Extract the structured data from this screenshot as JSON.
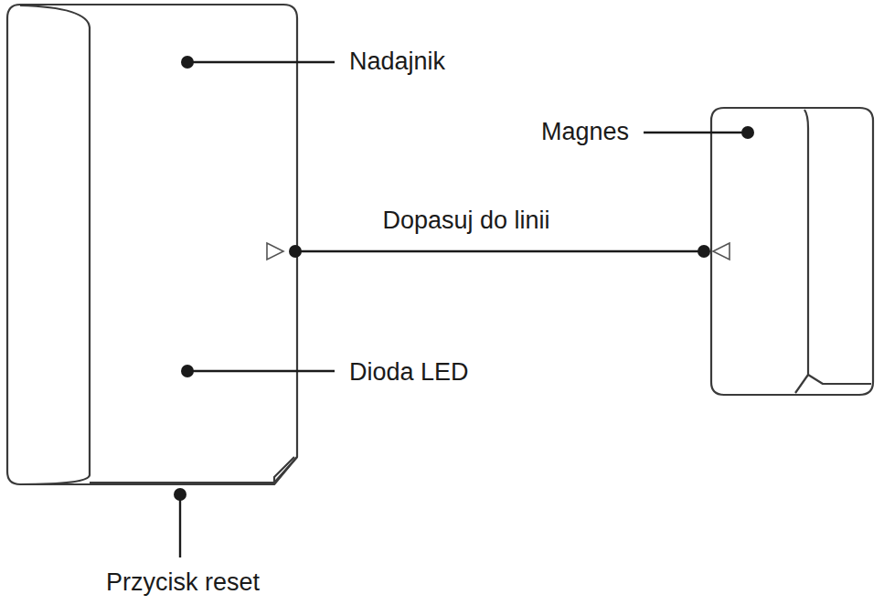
{
  "diagram": {
    "labels": [
      "Nadajnik",
      "Magnes",
      "Dopasuj do linii",
      "Dioda LED",
      "Przycisk reset"
    ]
  }
}
